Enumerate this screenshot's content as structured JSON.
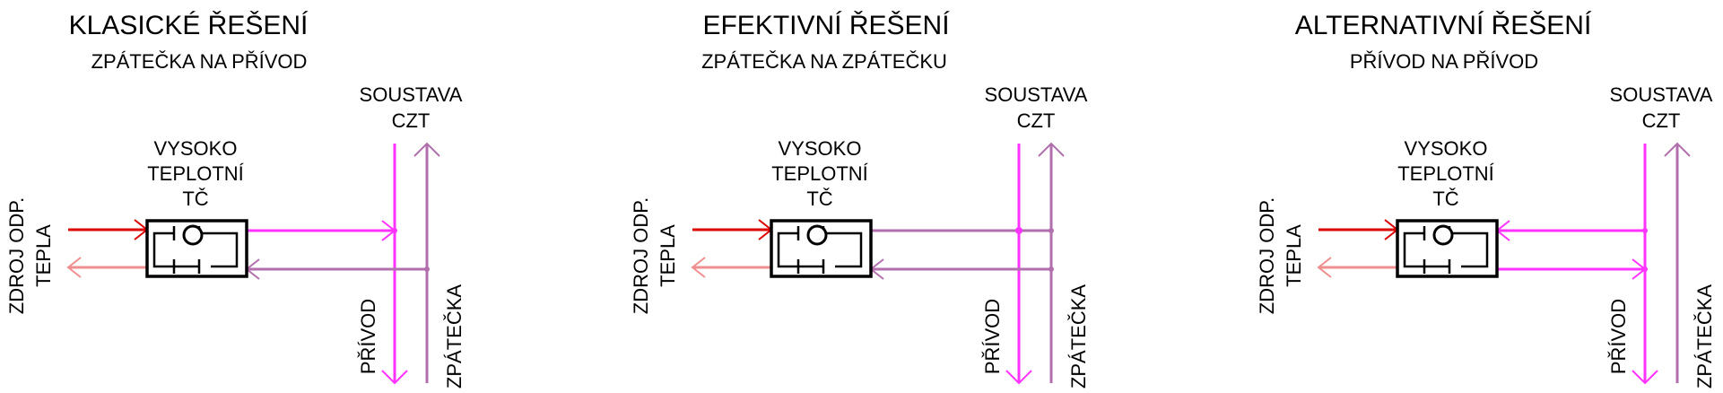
{
  "colors": {
    "supply_pipe": "#ff33ff",
    "return_pipe": "#b26fae",
    "hot_source": "#dd0000",
    "cool_source": "#ef8f8f",
    "outline": "#000000"
  },
  "panels": [
    {
      "title": "KLASICKÉ ŘEŠENÍ",
      "subtitle": "ZPÁTEČKA NA PŘÍVOD",
      "system_label": [
        "SOUSTAVA",
        "CZT"
      ],
      "heat_pump_label": [
        "VYSOKO",
        "TEPLOTNÍ",
        "TČ"
      ],
      "source_label": [
        "ZDROJ ODP.",
        "TEPLA"
      ],
      "supply_label": "PŘÍVOD",
      "return_label": "ZPÁTEČKA"
    },
    {
      "title": "EFEKTIVNÍ ŘEŠENÍ",
      "subtitle": "ZPÁTEČKA NA ZPÁTEČKU",
      "system_label": [
        "SOUSTAVA",
        "CZT"
      ],
      "heat_pump_label": [
        "VYSOKO",
        "TEPLOTNÍ",
        "TČ"
      ],
      "source_label": [
        "ZDROJ ODP.",
        "TEPLA"
      ],
      "supply_label": "PŘÍVOD",
      "return_label": "ZPÁTEČKA"
    },
    {
      "title": "ALTERNATIVNÍ ŘEŠENÍ",
      "subtitle": "PŘÍVOD NA PŘÍVOD",
      "system_label": [
        "SOUSTAVA",
        "CZT"
      ],
      "heat_pump_label": [
        "VYSOKO",
        "TEPLOTNÍ",
        "TČ"
      ],
      "source_label": [
        "ZDROJ ODP.",
        "TEPLA"
      ],
      "supply_label": "PŘÍVOD",
      "return_label": "ZPÁTEČKA"
    }
  ]
}
